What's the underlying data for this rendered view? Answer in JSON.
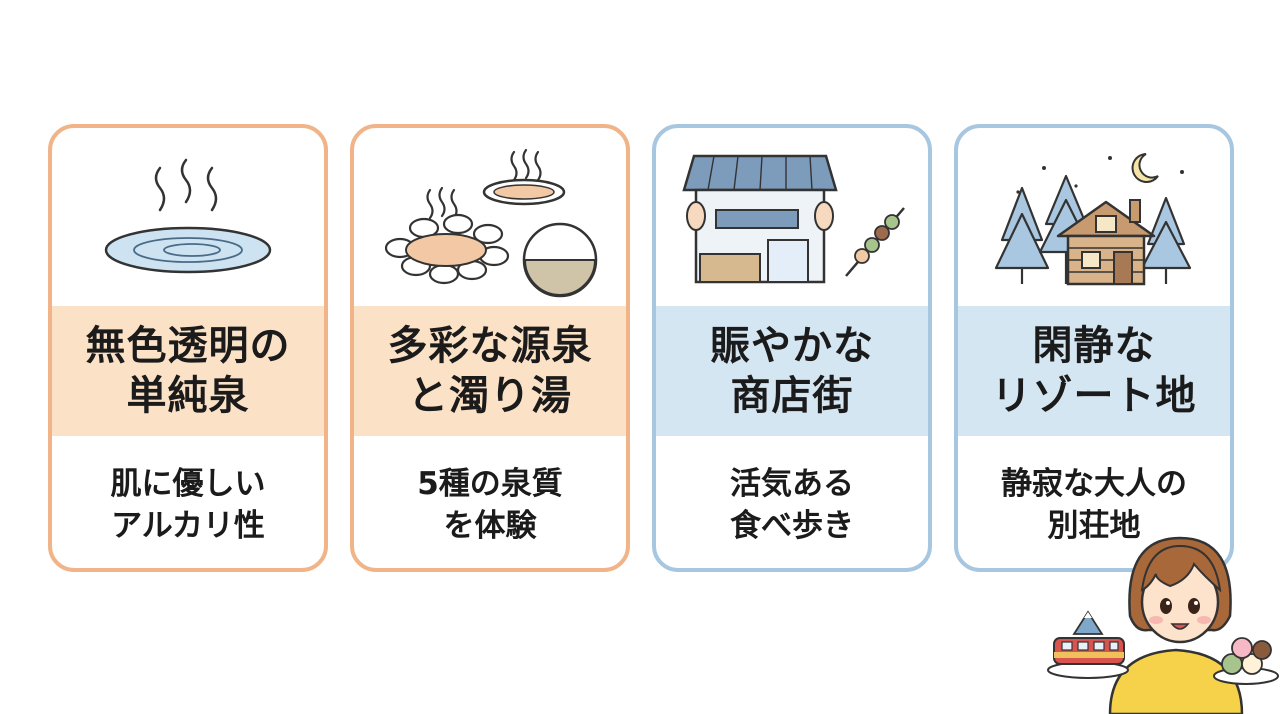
{
  "cards": [
    {
      "title_lines": [
        "無色透明の",
        "単純泉"
      ],
      "desc_lines": [
        "肌に優しい",
        "アルカリ性"
      ],
      "theme": "orange",
      "icon": "hot-spring-pool-icon"
    },
    {
      "title_lines": [
        "多彩な源泉",
        "と濁り湯"
      ],
      "desc_lines": [
        "5種の泉質",
        "を体験"
      ],
      "theme": "orange",
      "icon": "cloudy-onsen-icon"
    },
    {
      "title_lines": [
        "賑やかな",
        "商店街"
      ],
      "desc_lines": [
        "活気ある",
        "食べ歩き"
      ],
      "theme": "blue",
      "icon": "shopping-street-icon"
    },
    {
      "title_lines": [
        "閑静な",
        "リゾート地"
      ],
      "desc_lines": [
        "静寂な大人の",
        "別荘地"
      ],
      "theme": "blue",
      "icon": "forest-cabin-icon"
    }
  ],
  "colors": {
    "orange_border": "#f0b488",
    "orange_band": "#fbe1c6",
    "blue_border": "#a7c6e0",
    "blue_band": "#d5e6f3"
  }
}
